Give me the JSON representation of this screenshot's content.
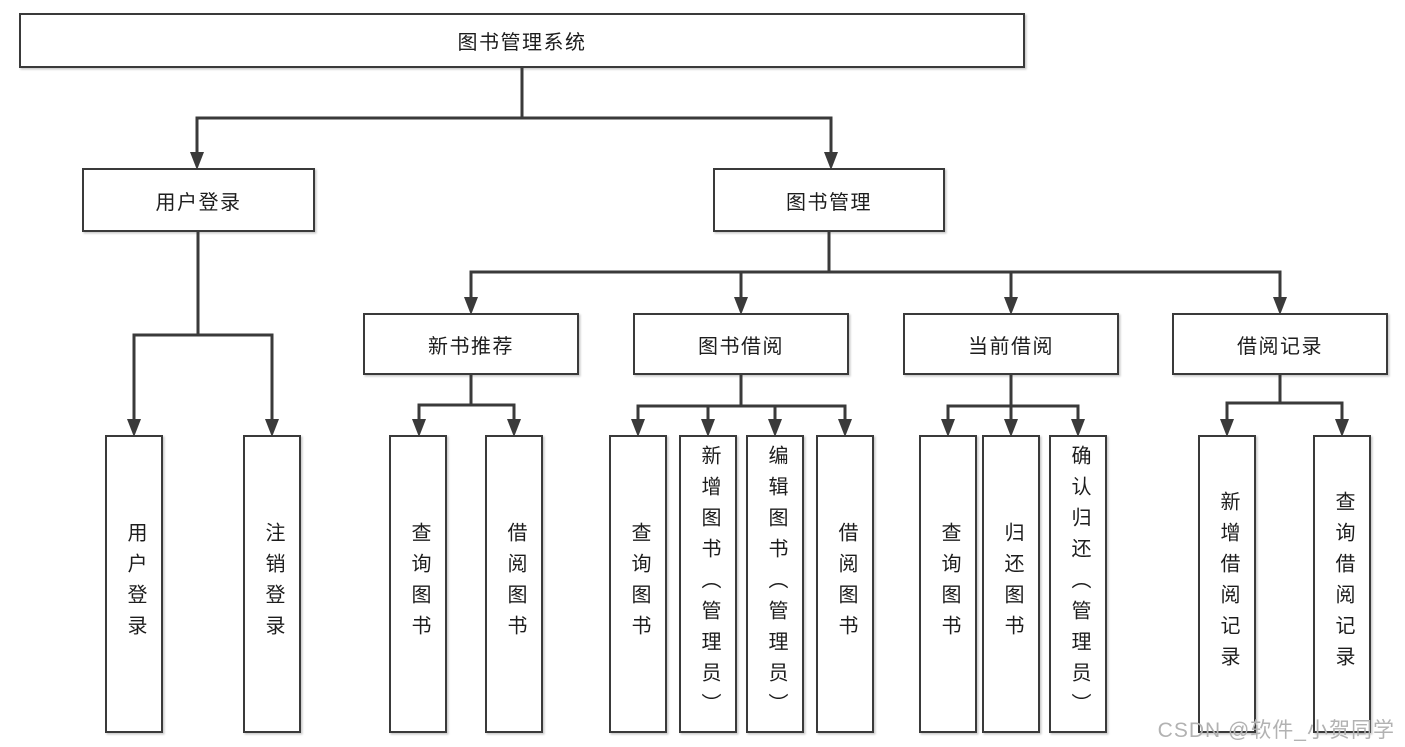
{
  "tree": {
    "label": "图书管理系统",
    "children": [
      {
        "label": "用户登录",
        "children": [
          {
            "label": "用户登录"
          },
          {
            "label": "注销登录"
          }
        ]
      },
      {
        "label": "图书管理",
        "children": [
          {
            "label": "新书推荐",
            "children": [
              {
                "label": "查询图书"
              },
              {
                "label": "借阅图书"
              }
            ]
          },
          {
            "label": "图书借阅",
            "children": [
              {
                "label": "查询图书"
              },
              {
                "label": "新增图书（管理员）"
              },
              {
                "label": "编辑图书（管理员）"
              },
              {
                "label": "借阅图书"
              }
            ]
          },
          {
            "label": "当前借阅",
            "children": [
              {
                "label": "查询图书"
              },
              {
                "label": "归还图书"
              },
              {
                "label": "确认归还（管理员）"
              }
            ]
          },
          {
            "label": "借阅记录",
            "children": [
              {
                "label": "新增借阅记录"
              },
              {
                "label": "查询借阅记录"
              }
            ]
          }
        ]
      }
    ]
  },
  "watermark": "CSDN @软件_小贺同学",
  "colors": {
    "line": "#3a3a3a",
    "text": "#1d1d1d",
    "box_bg": "#ffffff",
    "page_bg": "#ffffff",
    "watermark": "#b2b2b2"
  }
}
